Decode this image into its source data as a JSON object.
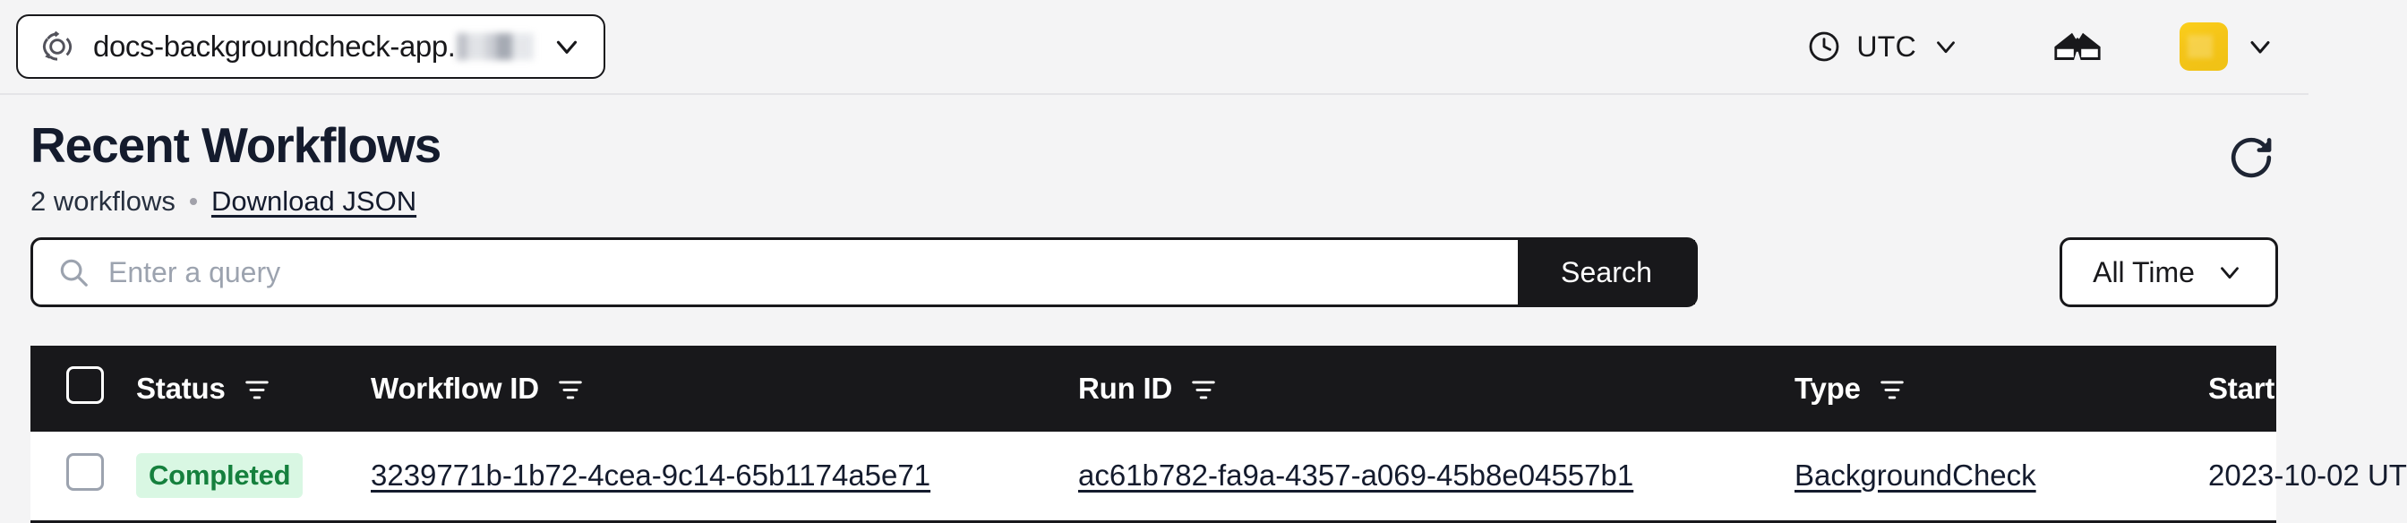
{
  "topbar": {
    "namespace": {
      "icon": "temporal-namespace-icon",
      "label": "docs-backgroundcheck-app.",
      "redacted": true,
      "caret": "chevron-down-icon"
    },
    "timezone": {
      "icon": "clock-icon",
      "label": "UTC",
      "caret": "chevron-down-icon"
    },
    "glasses": {
      "icon": "glasses-icon"
    },
    "avatar": {
      "icon": "user-avatar",
      "color": "#f5c518",
      "caret": "chevron-down-icon"
    }
  },
  "header": {
    "title": "Recent Workflows",
    "count_text": "2 workflows",
    "separator": "•",
    "download_link": "Download JSON",
    "refresh_icon": "refresh-icon"
  },
  "search": {
    "icon": "search-icon",
    "placeholder": "Enter a query",
    "value": "",
    "button_label": "Search",
    "time_filter_label": "All Time",
    "time_filter_caret": "chevron-down-icon"
  },
  "table": {
    "columns": [
      {
        "key": "select",
        "label": "",
        "filterable": false
      },
      {
        "key": "status",
        "label": "Status",
        "filterable": true
      },
      {
        "key": "workflow_id",
        "label": "Workflow ID",
        "filterable": true
      },
      {
        "key": "run_id",
        "label": "Run ID",
        "filterable": true
      },
      {
        "key": "type",
        "label": "Type",
        "filterable": true
      },
      {
        "key": "start",
        "label": "Start",
        "filterable": false
      }
    ],
    "rows": [
      {
        "selected": false,
        "status": "Completed",
        "status_color": "#15803d",
        "status_bg": "#d9f7e3",
        "workflow_id": "3239771b-1b72-4cea-9c14-65b1174a5e71",
        "run_id": "ac61b782-fa9a-4357-a069-45b8e04557b1",
        "type": "BackgroundCheck",
        "start": "2023-10-02 UT"
      }
    ]
  },
  "colors": {
    "page_bg": "#f4f4f5",
    "ink": "#18181b",
    "accent_green": "#15803d",
    "avatar_yellow": "#f5c518"
  }
}
